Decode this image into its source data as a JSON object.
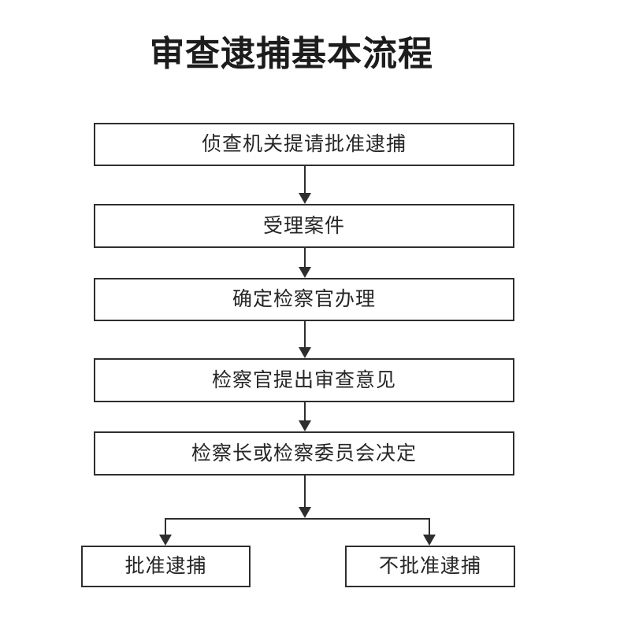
{
  "title": "审查逮捕基本流程",
  "flowchart": {
    "steps": [
      {
        "id": "step-1",
        "label": "侦查机关提请批准逮捕"
      },
      {
        "id": "step-2",
        "label": "受理案件"
      },
      {
        "id": "step-3",
        "label": "确定检察官办理"
      },
      {
        "id": "step-4",
        "label": "检察官提出审查意见"
      },
      {
        "id": "step-5",
        "label": "检察长或检察委员会决定"
      }
    ],
    "outcomes": [
      {
        "id": "outcome-approve",
        "label": "批准逮捕"
      },
      {
        "id": "outcome-reject",
        "label": "不批准逮捕"
      }
    ],
    "edges": [
      {
        "from": "step-1",
        "to": "step-2"
      },
      {
        "from": "step-2",
        "to": "step-3"
      },
      {
        "from": "step-3",
        "to": "step-4"
      },
      {
        "from": "step-4",
        "to": "step-5"
      },
      {
        "from": "step-5",
        "to": "outcome-approve"
      },
      {
        "from": "step-5",
        "to": "outcome-reject"
      }
    ]
  },
  "colors": {
    "line": "#2e2e2e",
    "text": "#262626",
    "background": "#ffffff"
  }
}
